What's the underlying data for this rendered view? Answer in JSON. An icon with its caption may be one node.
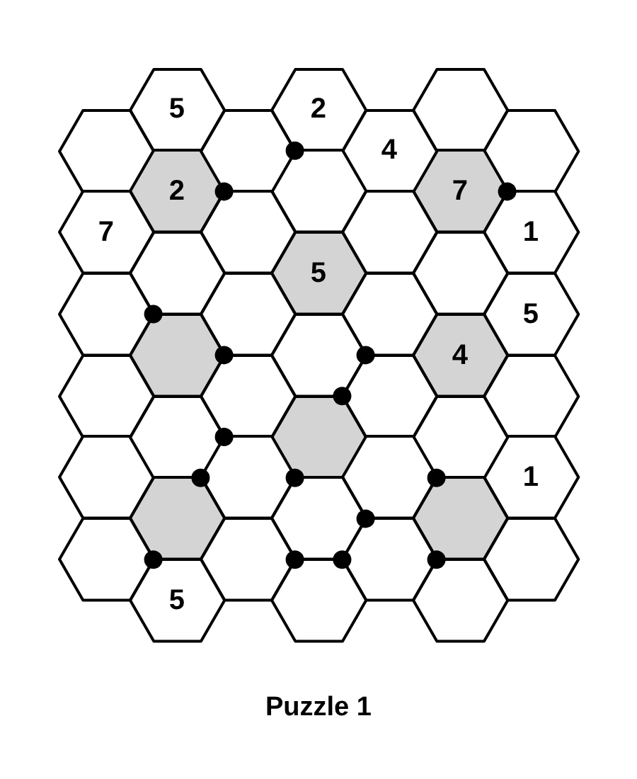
{
  "diagram": {
    "caption": "Puzzle 1",
    "nodes": [
      {
        "text": [
          "5"
        ]
      },
      {
        "text": [
          "2"
        ]
      },
      {
        "text": [],
        "shape": "hexagon"
      },
      {
        "text": [],
        "shape": "hexagon"
      },
      {
        "text": [],
        "shape": "hexagon"
      },
      {
        "text": [
          "4"
        ]
      },
      {
        "text": [],
        "shape": "hexagon"
      },
      {
        "text": [
          "2"
        ]
      },
      {
        "text": [],
        "shape": "hexagon"
      },
      {
        "text": [
          "7"
        ]
      },
      {
        "text": [
          "7"
        ]
      },
      {
        "text": [],
        "shape": "hexagon"
      },
      {
        "text": [],
        "shape": "hexagon"
      },
      {
        "text": [
          "1"
        ]
      },
      {
        "text": [],
        "shape": "hexagon"
      },
      {
        "text": [
          "5"
        ]
      },
      {
        "text": [],
        "shape": "hexagon"
      },
      {
        "text": [],
        "shape": "hexagon"
      },
      {
        "text": [],
        "shape": "hexagon"
      },
      {
        "text": [],
        "shape": "hexagon"
      },
      {
        "text": [
          "5"
        ]
      },
      {
        "text": [],
        "shape": "hexagon"
      },
      {
        "text": [],
        "shape": "hexagon"
      },
      {
        "text": [
          "4"
        ]
      },
      {
        "text": [],
        "shape": "hexagon"
      },
      {
        "text": [],
        "shape": "hexagon"
      },
      {
        "text": [],
        "shape": "hexagon"
      },
      {
        "text": [],
        "shape": "hexagon"
      },
      {
        "text": [],
        "shape": "hexagon"
      },
      {
        "text": [],
        "shape": "hexagon"
      },
      {
        "text": [],
        "shape": "hexagon"
      },
      {
        "text": [],
        "shape": "hexagon"
      },
      {
        "text": [],
        "shape": "hexagon"
      },
      {
        "text": [],
        "shape": "hexagon"
      },
      {
        "text": [
          "1"
        ]
      },
      {
        "text": [],
        "shape": "hexagon"
      },
      {
        "text": [],
        "shape": "hexagon"
      },
      {
        "text": [],
        "shape": "hexagon"
      },
      {
        "text": [],
        "shape": "hexagon"
      },
      {
        "text": [],
        "shape": "hexagon"
      },
      {
        "text": [],
        "shape": "hexagon"
      },
      {
        "text": [],
        "shape": "hexagon"
      },
      {
        "text": [
          "5"
        ]
      },
      {
        "text": [],
        "shape": "hexagon"
      },
      {
        "text": [],
        "shape": "hexagon"
      }
    ]
  }
}
